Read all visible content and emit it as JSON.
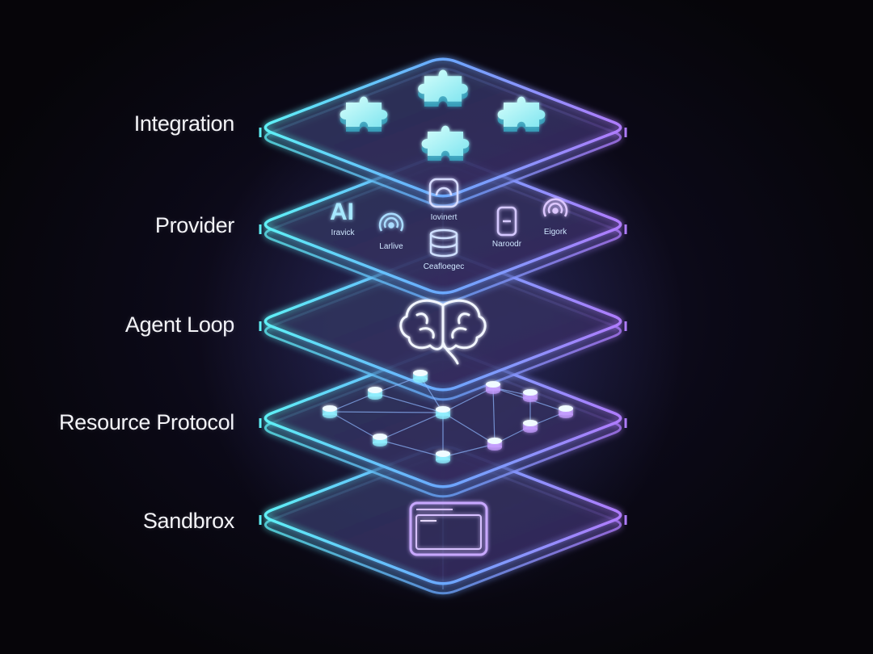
{
  "colors": {
    "background": "#07060d",
    "cyan": "#5ef0f5",
    "blue": "#5aa8ff",
    "purple": "#b07cff",
    "label": "#f4f4f8"
  },
  "layers": [
    {
      "label": "Integration",
      "icons": [
        "puzzle-piece-icon",
        "puzzle-piece-icon",
        "puzzle-piece-icon",
        "puzzle-piece-icon"
      ]
    },
    {
      "label": "Provider",
      "icons": [
        "ai-icon",
        "signal-icon",
        "router-icon",
        "database-icon",
        "device-icon",
        "broadcast-icon"
      ]
    },
    {
      "label": "Agent Loop",
      "icons": [
        "brain-icon"
      ]
    },
    {
      "label": "Resource Protocol",
      "icons": [
        "network-node-icon"
      ]
    },
    {
      "label": "Sandbrox",
      "icons": [
        "terminal-window-icon"
      ]
    }
  ],
  "provider_icon_labels": {
    "ai_mark": "AI",
    "ai": "Iravick",
    "signal": "Larlive",
    "router": "Iovinert",
    "database": "Ceafloegec",
    "device": "Naroodr",
    "broadcast": "Eigork"
  }
}
